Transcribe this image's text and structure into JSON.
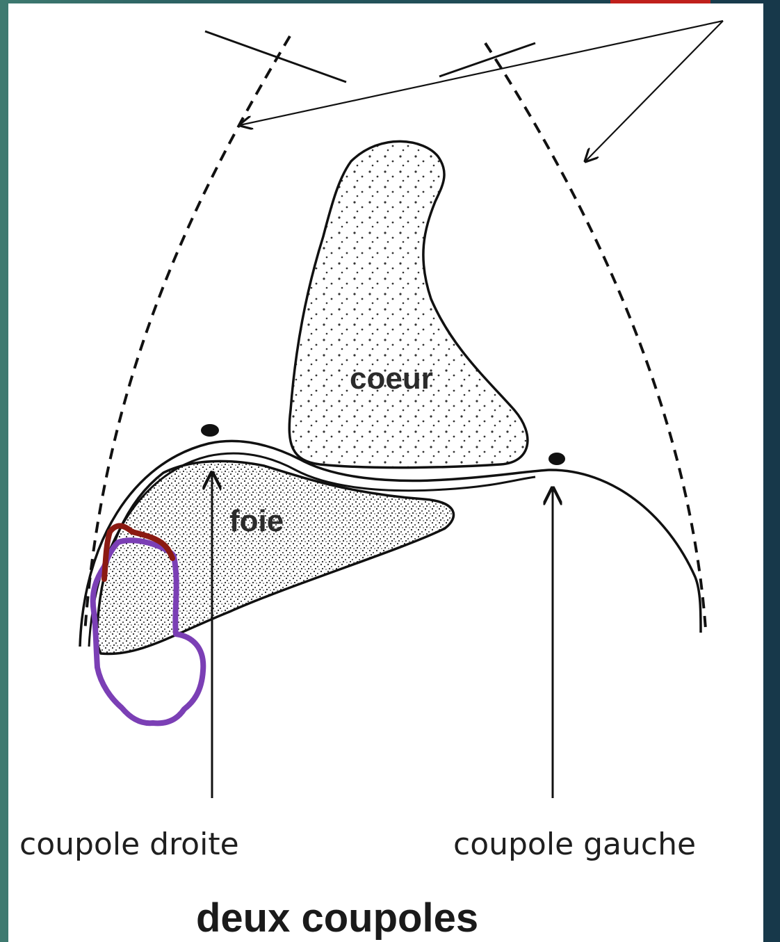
{
  "labels": {
    "coeur": "coeur",
    "foie": "foie",
    "coupole_droite": "coupole droite",
    "coupole_gauche": "coupole gauche",
    "title": "deux coupoles"
  },
  "colors": {
    "background_left": "#3e7a70",
    "background_right": "#17384a",
    "accent_tab": "#c0201c",
    "line": "#111111",
    "annotation_purple": "#7b3fb5",
    "annotation_darkred": "#8b1a12"
  }
}
